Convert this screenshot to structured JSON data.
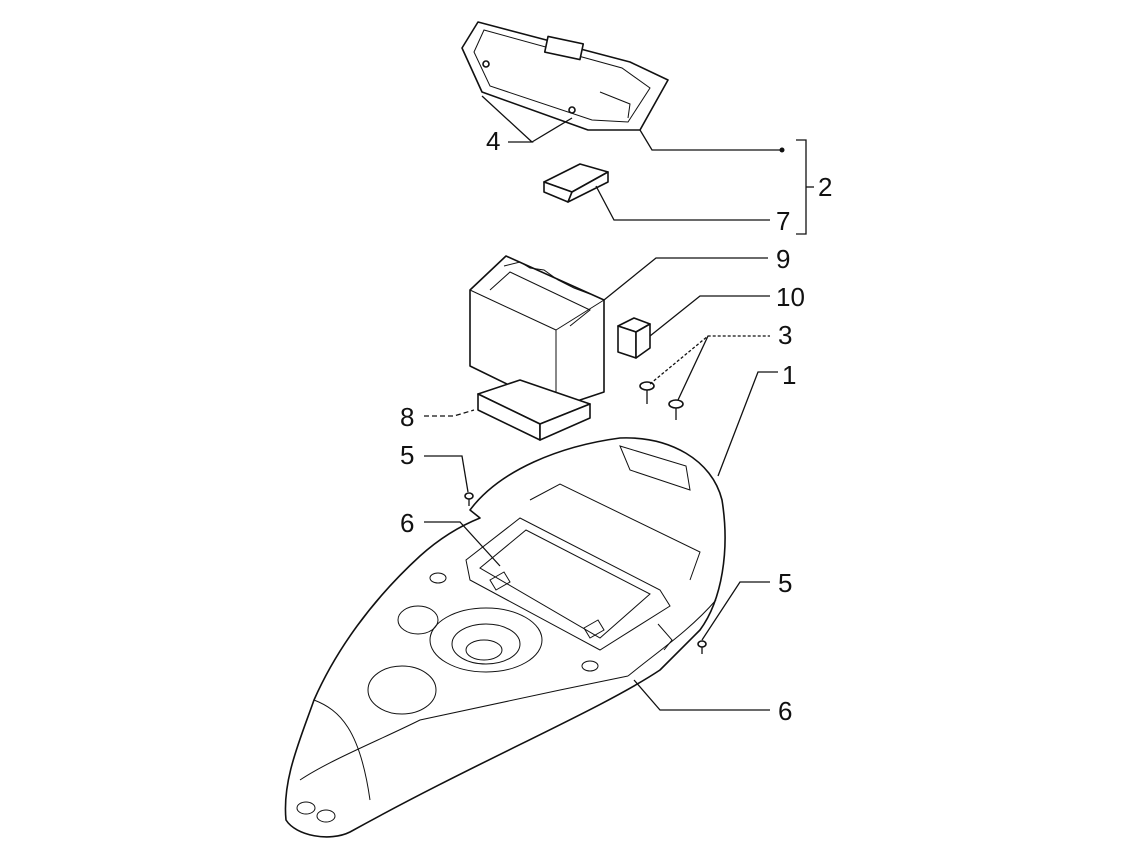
{
  "diagram": {
    "callouts": [
      {
        "id": "1",
        "label": "1"
      },
      {
        "id": "2",
        "label": "2"
      },
      {
        "id": "3",
        "label": "3"
      },
      {
        "id": "4",
        "label": "4"
      },
      {
        "id": "5a",
        "label": "5"
      },
      {
        "id": "5b",
        "label": "5"
      },
      {
        "id": "6a",
        "label": "6"
      },
      {
        "id": "6b",
        "label": "6"
      },
      {
        "id": "7",
        "label": "7"
      },
      {
        "id": "8",
        "label": "8"
      },
      {
        "id": "9",
        "label": "9"
      },
      {
        "id": "10",
        "label": "10"
      }
    ],
    "colors": {
      "ink": "#111111",
      "paper": "#ffffff"
    }
  }
}
